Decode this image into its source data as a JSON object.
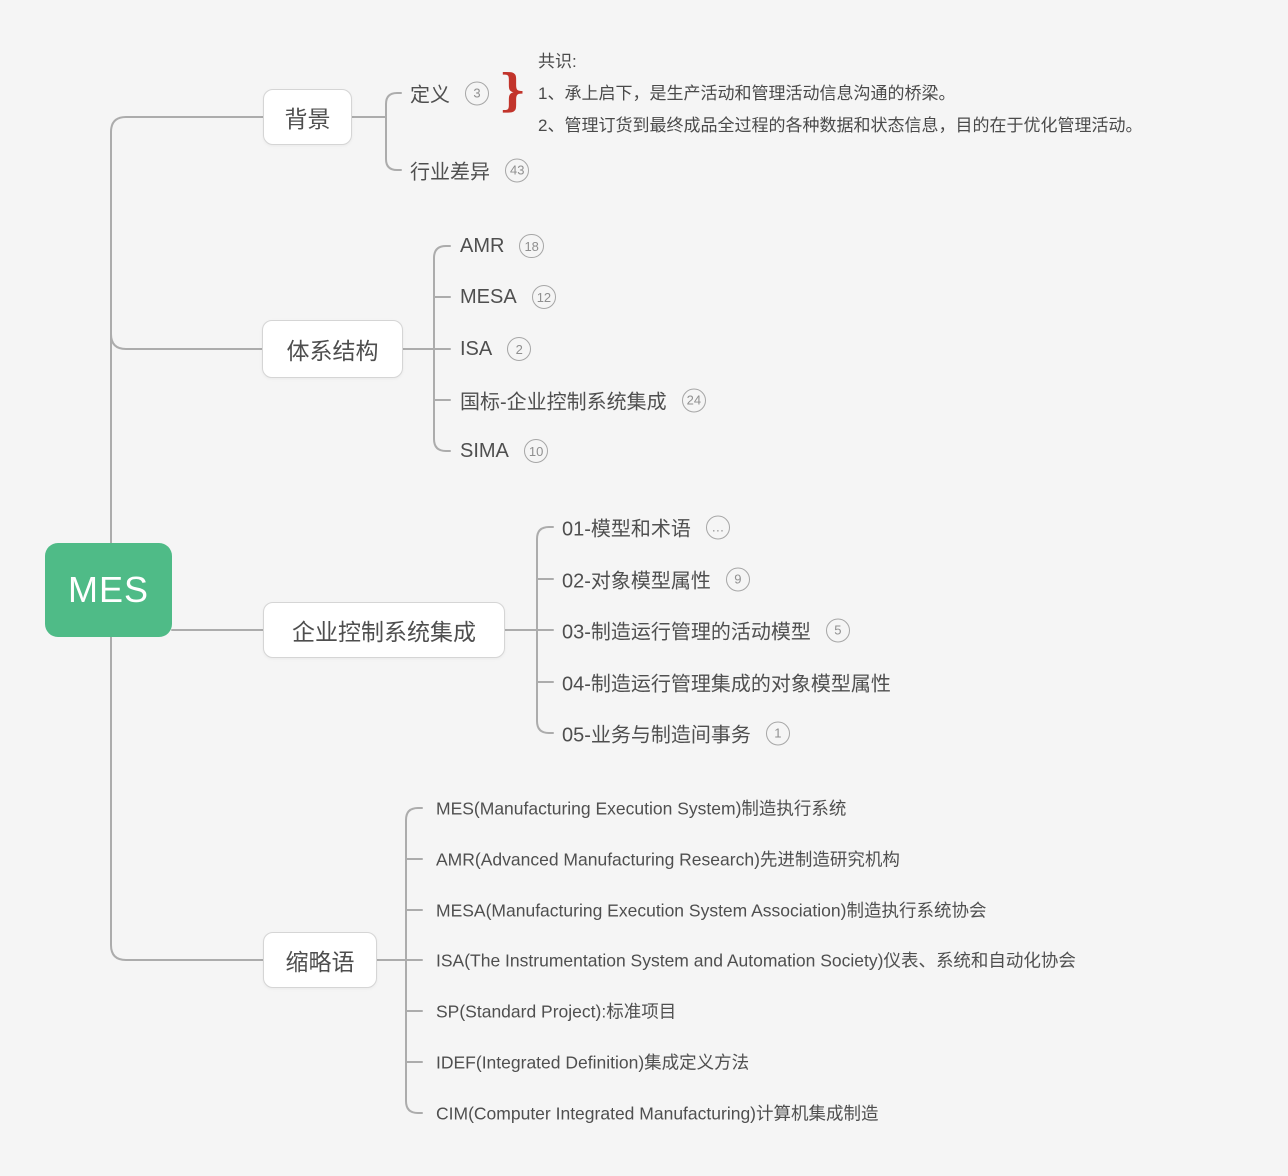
{
  "root": {
    "label": "MES"
  },
  "branches": [
    {
      "label": "背景",
      "children": [
        {
          "label": "定义",
          "badge": "3"
        },
        {
          "label": "行业差异",
          "badge": "43"
        }
      ]
    },
    {
      "label": "体系结构",
      "children": [
        {
          "label": "AMR",
          "badge": "18"
        },
        {
          "label": "MESA",
          "badge": "12"
        },
        {
          "label": "ISA",
          "badge": "2"
        },
        {
          "label": "国标-企业控制系统集成",
          "badge": "24"
        },
        {
          "label": "SIMA",
          "badge": "10"
        }
      ]
    },
    {
      "label": "企业控制系统集成",
      "children": [
        {
          "label": "01-模型和术语",
          "badge": "…"
        },
        {
          "label": "02-对象模型属性",
          "badge": "9"
        },
        {
          "label": "03-制造运行管理的活动模型",
          "badge": "5"
        },
        {
          "label": "04-制造运行管理集成的对象模型属性"
        },
        {
          "label": "05-业务与制造间事务",
          "badge": "1"
        }
      ]
    },
    {
      "label": "缩略语",
      "children": [
        {
          "label": "MES(Manufacturing Execution System)制造执行系统"
        },
        {
          "label": "AMR(Advanced Manufacturing Research)先进制造研究机构"
        },
        {
          "label": "MESA(Manufacturing Execution System Association)制造执行系统协会"
        },
        {
          "label": "ISA(The Instrumentation System and Automation Society)仪表、系统和自动化协会"
        },
        {
          "label": "SP(Standard Project):标准项目"
        },
        {
          "label": "IDEF(Integrated Definition)集成定义方法"
        },
        {
          "label": "CIM(Computer Integrated Manufacturing)计算机集成制造"
        }
      ]
    }
  ],
  "note": {
    "title": "共识:",
    "line1": "1、承上启下，是生产活动和管理活动信息沟通的桥梁。",
    "line2": "2、管理订货到最终成品全过程的各种数据和状态信息，目的在于优化管理活动。"
  },
  "annotation": {
    "brace_glyph": "}"
  },
  "colors": {
    "background": "#f5f5f5",
    "root_fill": "#4fbb87",
    "root_text": "#ffffff",
    "connector": "#acacac",
    "box_border": "#d5d5d5",
    "text": "#4e4e4e",
    "badge": "#8f8f8f",
    "brace_red": "#c2342b"
  }
}
